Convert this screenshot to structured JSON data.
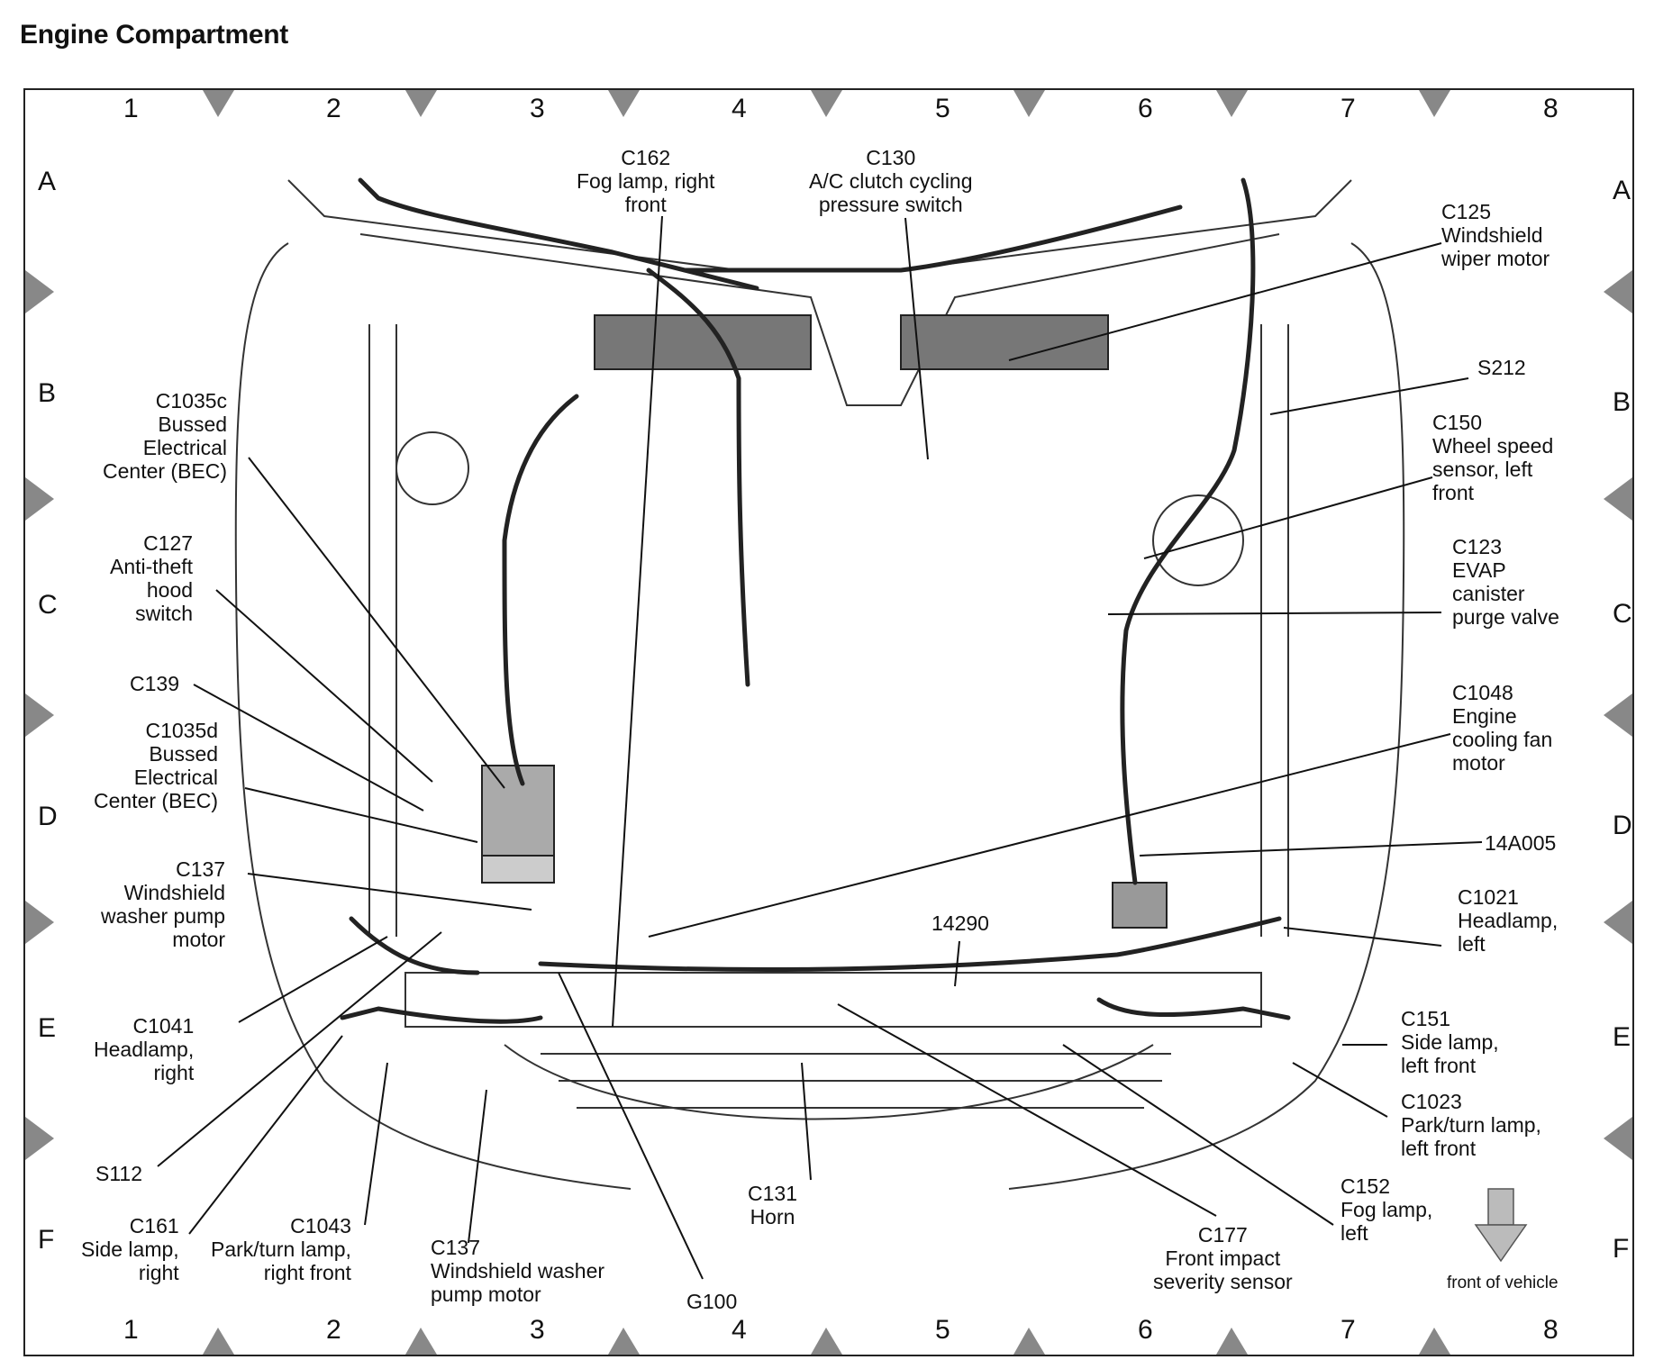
{
  "title": "Engine Compartment",
  "grid": {
    "columns": [
      "1",
      "2",
      "3",
      "4",
      "5",
      "6",
      "7",
      "8"
    ],
    "rows": [
      "A",
      "B",
      "C",
      "D",
      "E",
      "F"
    ]
  },
  "front_of_vehicle": "front of vehicle",
  "labels": {
    "c162": {
      "id": "C162",
      "lines": [
        "Fog lamp, right",
        "front"
      ]
    },
    "c130": {
      "id": "C130",
      "lines": [
        "A/C clutch cycling",
        "pressure switch"
      ]
    },
    "c125": {
      "id": "C125",
      "lines": [
        "Windshield",
        "wiper motor"
      ]
    },
    "s212": {
      "id": "S212",
      "lines": []
    },
    "c150": {
      "id": "C150",
      "lines": [
        "Wheel speed",
        "sensor, left",
        "front"
      ]
    },
    "c123": {
      "id": "C123",
      "lines": [
        "EVAP",
        "canister",
        "purge valve"
      ]
    },
    "c1048": {
      "id": "C1048",
      "lines": [
        "Engine",
        "cooling fan",
        "motor"
      ]
    },
    "a14a005": {
      "id": "14A005",
      "lines": []
    },
    "c1021": {
      "id": "C1021",
      "lines": [
        "Headlamp,",
        "left"
      ]
    },
    "c151": {
      "id": "C151",
      "lines": [
        "Side lamp,",
        "left front"
      ]
    },
    "c1023": {
      "id": "C1023",
      "lines": [
        "Park/turn lamp,",
        "left front"
      ]
    },
    "c152": {
      "id": "C152",
      "lines": [
        "Fog lamp,",
        "left"
      ]
    },
    "c177": {
      "id": "C177",
      "lines": [
        "Front impact",
        "severity sensor"
      ]
    },
    "c131": {
      "id": "C131",
      "lines": [
        "Horn"
      ]
    },
    "g100": {
      "id": "G100",
      "lines": []
    },
    "c137b": {
      "id": "C137",
      "lines": [
        "Windshield washer",
        "pump motor"
      ]
    },
    "c1043": {
      "id": "C1043",
      "lines": [
        "Park/turn lamp,",
        "right front"
      ]
    },
    "c161": {
      "id": "C161",
      "lines": [
        "Side lamp,",
        "right"
      ]
    },
    "s112": {
      "id": "S112",
      "lines": []
    },
    "c1041": {
      "id": "C1041",
      "lines": [
        "Headlamp,",
        "right"
      ]
    },
    "c137a": {
      "id": "C137",
      "lines": [
        "Windshield",
        "washer pump",
        "motor"
      ]
    },
    "c1035d": {
      "id": "C1035d",
      "lines": [
        "Bussed",
        "Electrical",
        "Center (BEC)"
      ]
    },
    "c139": {
      "id": "C139",
      "lines": []
    },
    "c127": {
      "id": "C127",
      "lines": [
        "Anti-theft",
        "hood",
        "switch"
      ]
    },
    "c1035c": {
      "id": "C1035c",
      "lines": [
        "Bussed",
        "Electrical",
        "Center (BEC)"
      ]
    },
    "h14290": {
      "id": "14290",
      "lines": []
    }
  }
}
